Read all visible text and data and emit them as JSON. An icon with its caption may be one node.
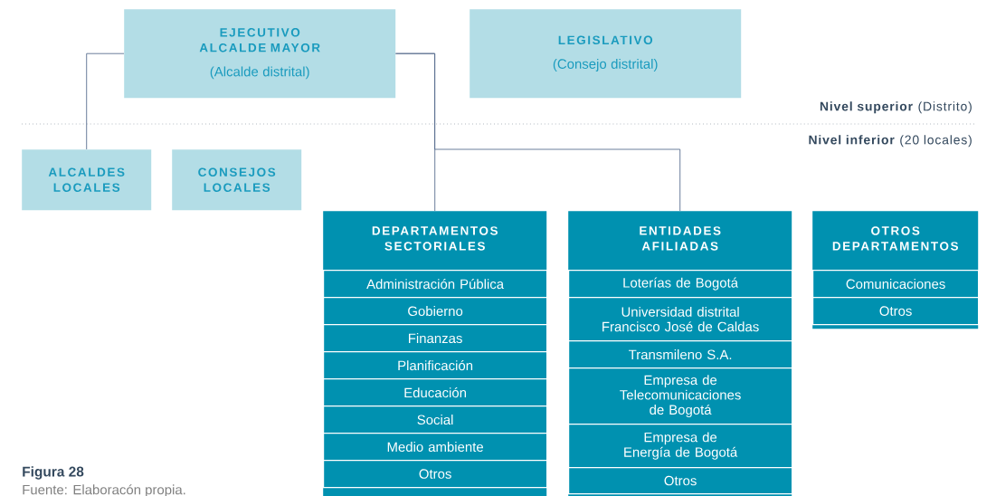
{
  "diagram": {
    "nodes": [
      {
        "text": [
          "EJECUTIVO ALCALDE MAYOR",
          "(Alcalde distrital)"
        ]
      },
      {
        "text": [
          "LEGISLATIVO",
          "(Consejo distrital)"
        ]
      },
      {
        "text": [
          "ALCALDES LOCALES"
        ]
      },
      {
        "text": [
          "CONSEJOS LOCALES"
        ]
      },
      {
        "text": [
          "DEPARTAMENTOS SECTORIALES"
        ]
      },
      {
        "text": [
          "Administración Pública"
        ],
        "in": 4
      },
      {
        "text": [
          "Gobierno"
        ],
        "in": 4
      },
      {
        "text": [
          "Finanzas"
        ],
        "in": 4
      },
      {
        "text": [
          "Planificación"
        ],
        "in": 4
      },
      {
        "text": [
          "Educación"
        ],
        "in": 4
      },
      {
        "text": [
          "Social"
        ],
        "in": 4
      },
      {
        "text": [
          "Medio ambiente"
        ],
        "in": 4
      },
      {
        "text": [
          "Otros"
        ],
        "in": 4
      },
      {
        "text": [
          "ENTIDADES AFILIADAS"
        ]
      },
      {
        "text": [
          "Loterías de Bogotá"
        ],
        "in": 13
      },
      {
        "text": [
          "Universidad distrital Francisco José de Caldas"
        ],
        "in": 13
      },
      {
        "text": [
          "Transmileno S.A."
        ],
        "in": 13
      },
      {
        "text": [
          "Empresa de Telecomunicaciones de Bogotá"
        ],
        "in": 13
      },
      {
        "text": [
          "Empresa de Energía de Bogotá"
        ],
        "in": 13
      },
      {
        "text": [
          "Otros"
        ],
        "in": 13
      },
      {
        "text": [
          "OTROS DEPARTAMENTOS"
        ]
      },
      {
        "text": [
          "Comunicaciones"
        ],
        "in": 20
      },
      {
        "text": [
          "Otros"
        ],
        "in": 20
      }
    ],
    "edges": [
      {
        "from": 0,
        "to": 2,
        "arrow": "none"
      },
      {
        "from": 0,
        "to": 4,
        "arrow": "none"
      },
      {
        "from": 0,
        "to": 13,
        "arrow": "none"
      }
    ],
    "labels": [
      "**Nivel superior** (Distrito)",
      "**Nivel inferior** (20 locales)",
      "Figura 28",
      "Fuente: Elaboracón propia."
    ]
  }
}
